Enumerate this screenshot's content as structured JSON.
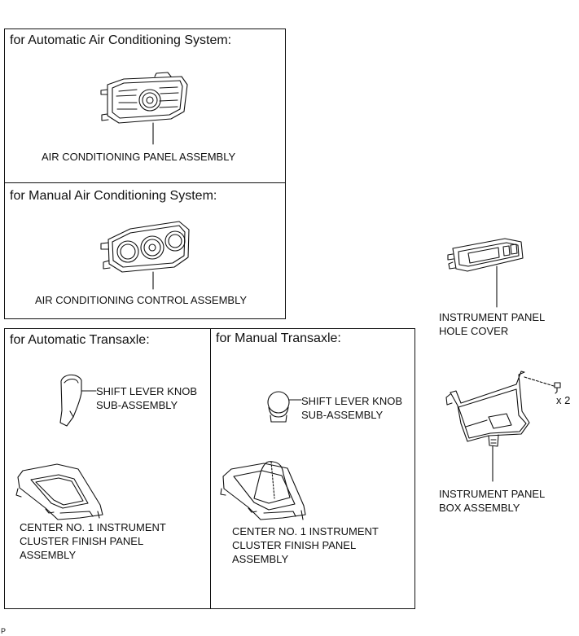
{
  "sections": {
    "auto_ac": {
      "header": "for Automatic Air Conditioning System:",
      "part_label": "AIR CONDITIONING PANEL ASSEMBLY"
    },
    "manual_ac": {
      "header": "for Manual Air Conditioning System:",
      "part_label": "AIR CONDITIONING CONTROL ASSEMBLY"
    },
    "auto_transaxle": {
      "header": "for Automatic Transaxle:",
      "knob_label": [
        "SHIFT LEVER KNOB",
        "SUB-ASSEMBLY"
      ],
      "panel_label": [
        "CENTER NO. 1 INSTRUMENT",
        "CLUSTER FINISH PANEL",
        "ASSEMBLY"
      ]
    },
    "manual_transaxle": {
      "header": "for Manual Transaxle:",
      "knob_label": [
        "SHIFT LEVER KNOB",
        "SUB-ASSEMBLY"
      ],
      "panel_label": [
        "CENTER NO. 1 INSTRUMENT",
        "CLUSTER FINISH PANEL",
        "ASSEMBLY"
      ]
    }
  },
  "loose_parts": {
    "hole_cover_label": [
      "INSTRUMENT PANEL",
      "HOLE COVER"
    ],
    "box_label": [
      "INSTRUMENT PANEL",
      "BOX ASSEMBLY"
    ],
    "screw_count": "x 2"
  },
  "figure_code": "P"
}
